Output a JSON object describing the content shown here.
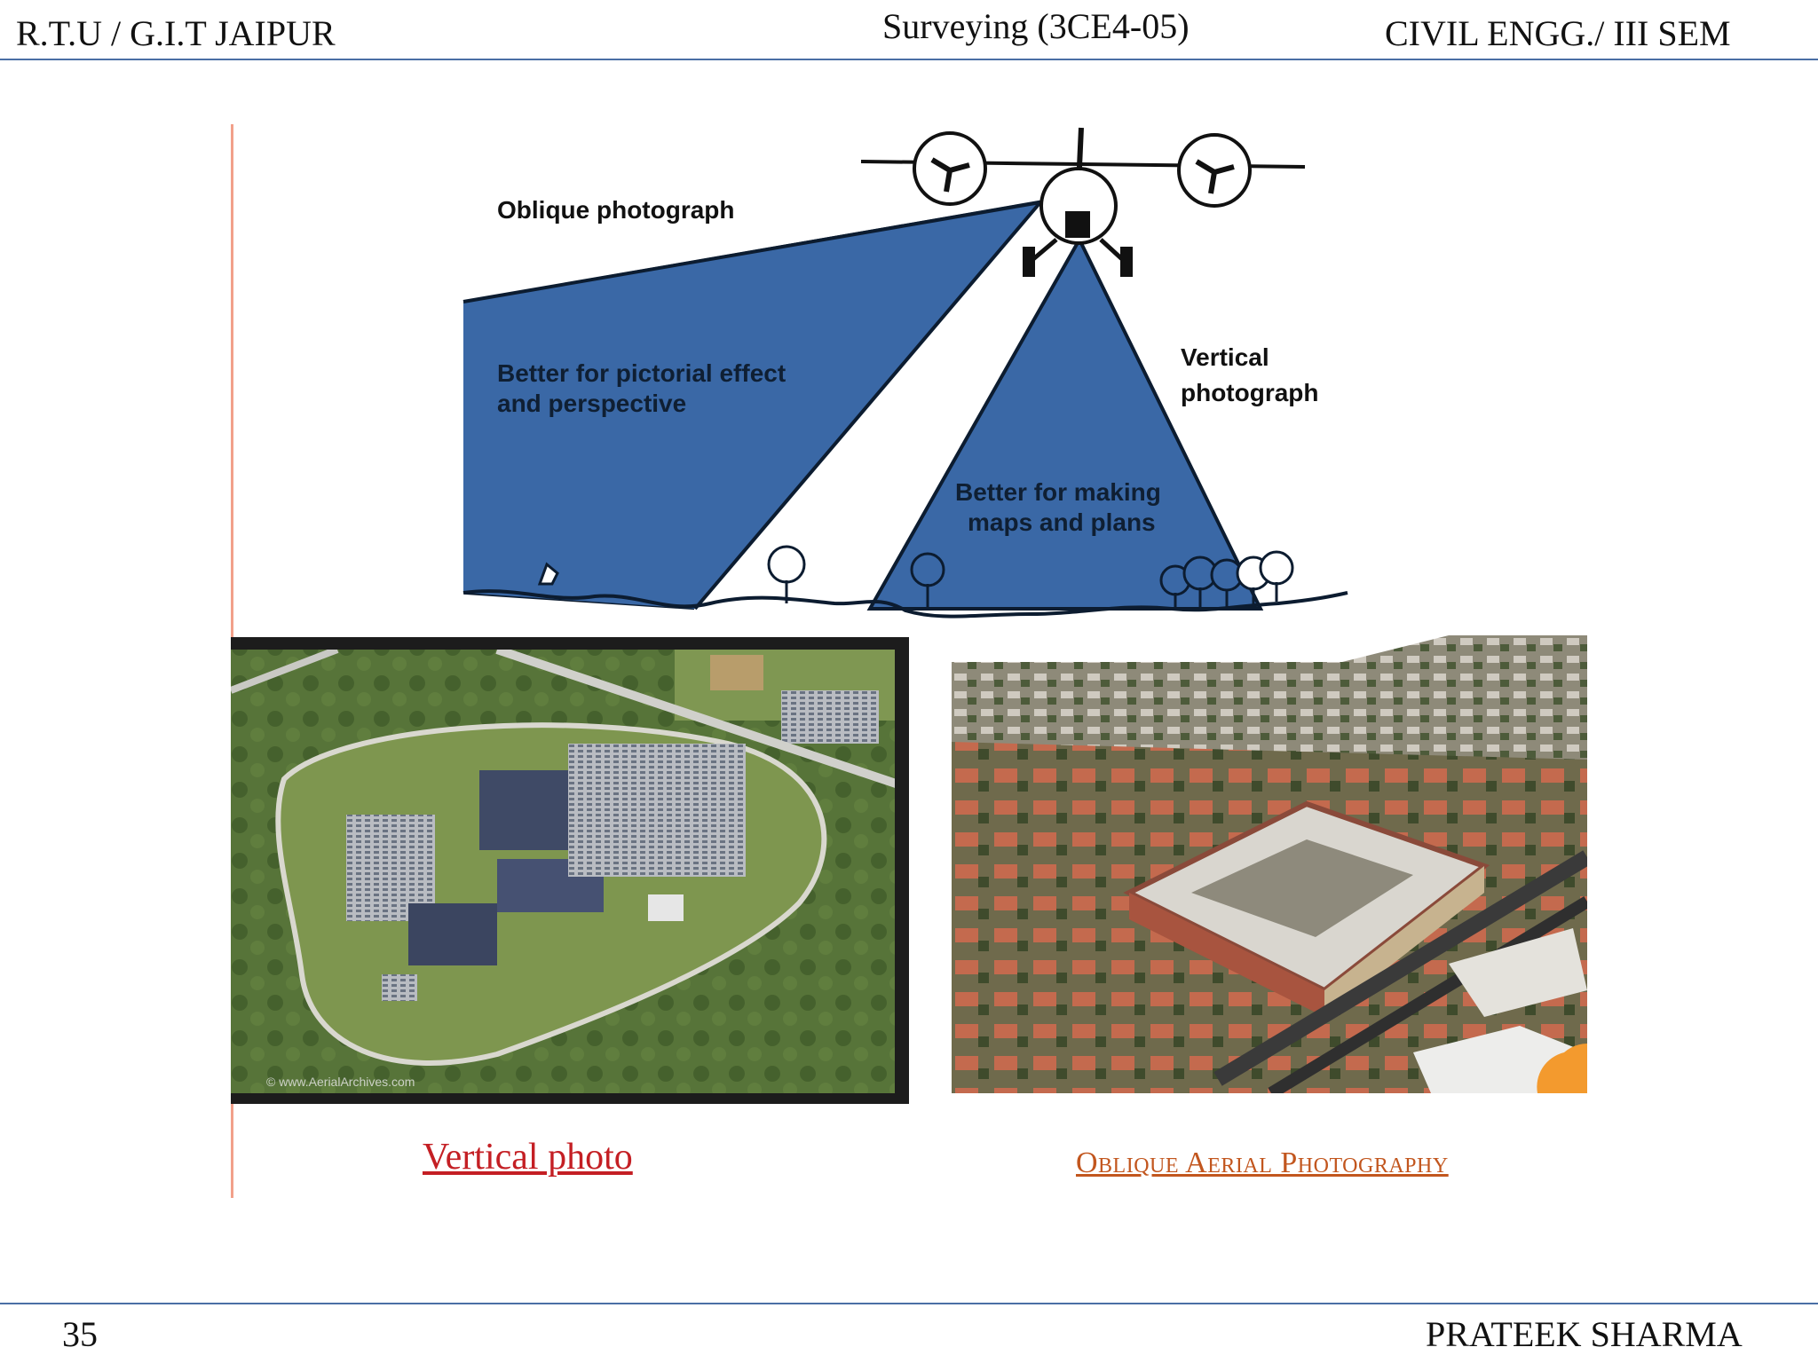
{
  "header": {
    "left": "R.T.U / G.I.T JAIPUR",
    "center": "Surveying  (3CE4-05)",
    "right": "CIVIL ENGG./ III  SEM"
  },
  "diagram": {
    "oblique_label": "Oblique photograph",
    "oblique_note_1": "Better for pictorial effect",
    "oblique_note_2": "and perspective",
    "vertical_label_1": "Vertical",
    "vertical_label_2": "photograph",
    "vertical_note_1": "Better for making",
    "vertical_note_2": "maps and plans",
    "beam_color": "#3a68a6"
  },
  "vertical_photo": {
    "watermark": "© www.AerialArchives.com",
    "caption": "Vertical photo"
  },
  "oblique_photo": {
    "caption": "Oblique Aerial Photography"
  },
  "footer": {
    "page_number": "35",
    "author": "PRATEEK SHARMA"
  }
}
